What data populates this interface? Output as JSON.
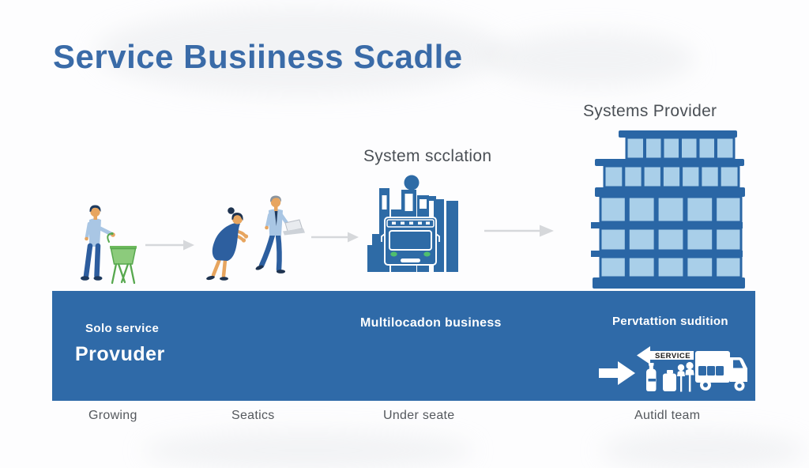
{
  "title": "Service Busiiness Scadle",
  "labels": {
    "systems_provider": "Systems Provider",
    "system_scclation": "System scclation"
  },
  "band": {
    "solo_service": "Solo service",
    "provider": "Provuder",
    "multi_location": "Multilocadon business",
    "right_label": "Pervtattion sudition",
    "service_sign": "SERVICE"
  },
  "bottom_labels": [
    "Growing",
    "Seatics",
    "Under seate",
    "Autidl team"
  ],
  "icons": {
    "solo_person": "person-with-cart-icon",
    "team": "two-people-icon",
    "city_truck": "city-service-truck-icon",
    "building": "office-building-icon",
    "flow_arrow": "right-arrow-icon",
    "band_arrow": "white-right-arrow-icon",
    "service_sign": "service-banner-icon",
    "bottle": "bottle-icon",
    "canister": "canister-icon",
    "staff": "staff-pins-icon",
    "delivery_truck": "delivery-truck-icon"
  },
  "colors": {
    "title_blue": "#3a6ba8",
    "band_blue": "#2f6aa8",
    "illustration_blue": "#2e6ba6",
    "window_light_blue": "#a9cfe9",
    "cart_green": "#7cc96f",
    "arrow_gray": "#d6d8db",
    "label_gray": "#54585d"
  }
}
